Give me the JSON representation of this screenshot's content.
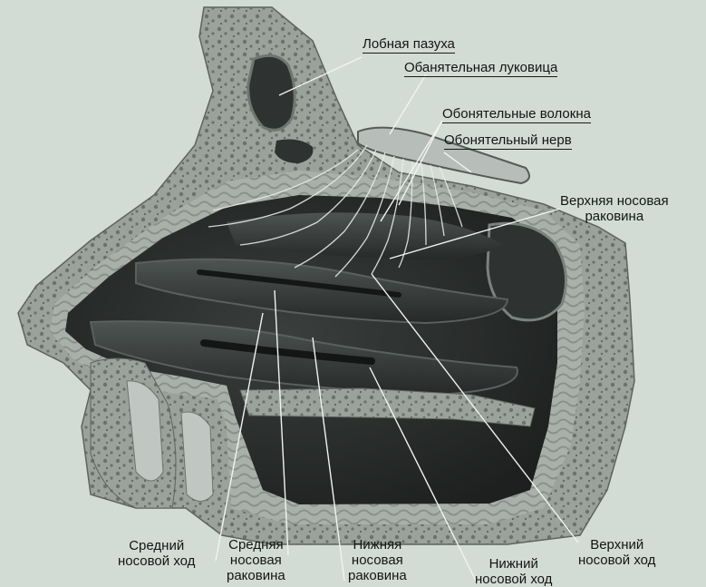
{
  "labels": {
    "frontal_sinus": "Лобная пазуха",
    "olfactory_bulb": "Обанятельная луковица",
    "olfactory_fibers": "Обонятельные волокна",
    "olfactory_nerve": "Обонятельный нерв",
    "superior_concha": [
      "Верхняя носовая",
      "раковина"
    ],
    "middle_meatus": [
      "Средний",
      "носовой ход"
    ],
    "middle_concha": [
      "Средняя",
      "носовая",
      "раковина"
    ],
    "inferior_concha": [
      "Нижняя",
      "носовая",
      "раковина"
    ],
    "inferior_meatus": [
      "Нижний",
      "носовой ход"
    ],
    "superior_meatus": [
      "Верхний",
      "носовой ход"
    ]
  },
  "colors": {
    "background": "#d2dcd5",
    "bone": "#8e958f",
    "bone_light": "#b9c0ba",
    "cavity": "#2b2e2d",
    "mucosa": "#4a4f4c",
    "leader_line": "#f2f2f2"
  }
}
